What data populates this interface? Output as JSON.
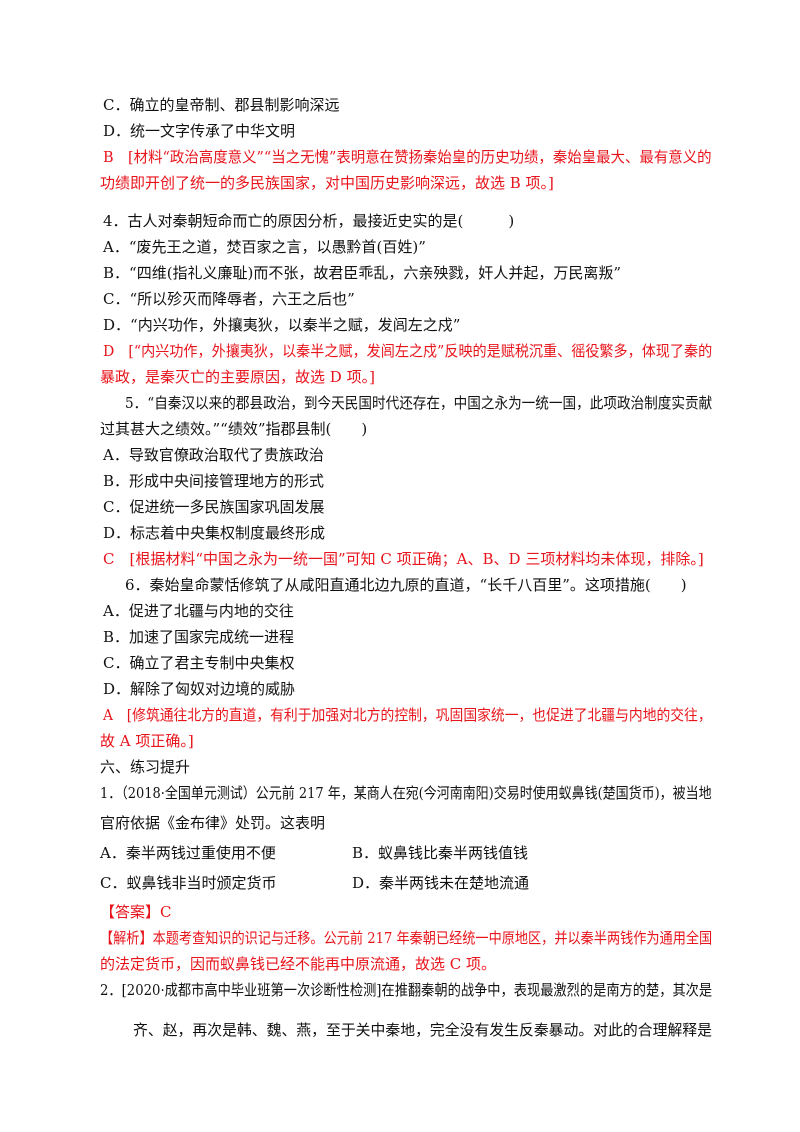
{
  "q3": {
    "optC": "C．确立的皇帝制、郡县制影响深远",
    "optD": "D．统一文字传承了中华文明",
    "ans1": "B　[材料“政治高度意义”“当之无愧”表明意在赞扬秦始皇的历史功绩，秦始皇最大、最有意义的",
    "ans2": "功绩即开创了统一的多民族国家，对中国历史影响深远，故选 B 项。]"
  },
  "q4": {
    "stem": "4．古人对秦朝短命而亡的原因分析，最接近史实的是(　　　)",
    "optA": "A．“废先王之道，焚百家之言，以愚黔首(百姓)”",
    "optB": "B．“四维(指礼义廉耻)而不张，故君臣乖乱，六亲殃戮，奸人并起，万民离叛”",
    "optC": "C．“所以殄灭而降辱者，六王之后也”",
    "optD": "D．“内兴功作，外攘夷狄，以秦半之赋，发闾左之戍”",
    "ans1": "D　[“内兴功作，外攘夷狄，以秦半之赋，发闾左之戍”反映的是赋税沉重、徭役繁多，体现了秦的",
    "ans2": "暴政，是秦灭亡的主要原因，故选 D 项。]"
  },
  "q5": {
    "stem1": "5．“自秦汉以来的郡县政治，到今天民国时代还存在，中国之永为一统一国，此项政治制度实贡献",
    "stem2": "过其甚大之绩效。”“绩效”指郡县制(　　)",
    "optA": "A．导致官僚政治取代了贵族政治",
    "optB": "B．形成中央间接管理地方的形式",
    "optC": "C．促进统一多民族国家巩固发展",
    "optD": "D．标志着中央集权制度最终形成",
    "ans": "C　[根据材料“中国之永为一统一国”可知 C 项正确；A、B、D 三项材料均未体现，排除。]"
  },
  "q6": {
    "stem": "6．秦始皇命蒙恬修筑了从咸阳直通北边九原的直道，“长千八百里”。这项措施(　　)",
    "optA": "A．促进了北疆与内地的交往",
    "optB": "B．加速了国家完成统一进程",
    "optC": "C．确立了君主专制中央集权",
    "optD": "D．解除了匈奴对边境的威胁",
    "ans1": "A　[修筑通往北方的直道，有利于加强对北方的控制，巩固国家统一，也促进了北疆与内地的交往，",
    "ans2": "故 A 项正确。]"
  },
  "section6": "六、练习提升",
  "p1": {
    "stem1": "1．（2018·全国单元测试）公元前 217 年，某商人在宛(今河南南阳)交易时使用蚁鼻钱(楚国货币)，被当地",
    "stem2": "官府依据《金布律》处罚。这表明",
    "optA": "A．秦半两钱过重使用不便",
    "optB": "B．蚁鼻钱比秦半两钱值钱",
    "optC": "C．蚁鼻钱非当时颁定货币",
    "optD": "D．秦半两钱未在楚地流通",
    "answer_label": "【答案】C",
    "analysis1": "【解析】本题考查知识的识记与迁移。公元前 217 年秦朝已经统一中原地区，并以秦半两钱作为通用全国",
    "analysis2": "的法定货币，因而蚁鼻钱已经不能再中原流通，故选 C 项。"
  },
  "p2": {
    "stem1": "2．[2020·成都市高中毕业班第一次诊断性检测]在推翻秦朝的战争中，表现最激烈的是南方的楚，其次是",
    "stem2": "齐、赵，再次是韩、魏、燕，至于关中秦地，完全没有发生反秦暴动。对此的合理解释是"
  }
}
